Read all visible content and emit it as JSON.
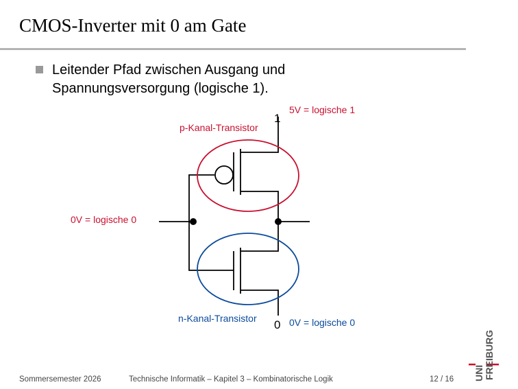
{
  "title": "CMOS-Inverter mit 0 am Gate",
  "bullet": {
    "line1": "Leitender Pfad zwischen Ausgang und",
    "line2": "Spannungsversorgung (logische 1)."
  },
  "circuit": {
    "vdd_node": "1",
    "vdd_label": "5V = logische 1",
    "p_label": "p-Kanal-Transistor",
    "input_label": "0V = logische 0",
    "n_label": "n-Kanal-Transistor",
    "gnd_node": "0",
    "gnd_label": "0V = logische 0",
    "colors": {
      "red": "#c8102e",
      "blue": "#0a4a9c"
    }
  },
  "footer": {
    "semester": "Sommersemester 2026",
    "course": "Technische Informatik – Kapitel 3 – Kombinatorische Logik",
    "page": "12 / 16"
  },
  "logo": {
    "line1": "UNI",
    "line2": "FREIBURG"
  }
}
